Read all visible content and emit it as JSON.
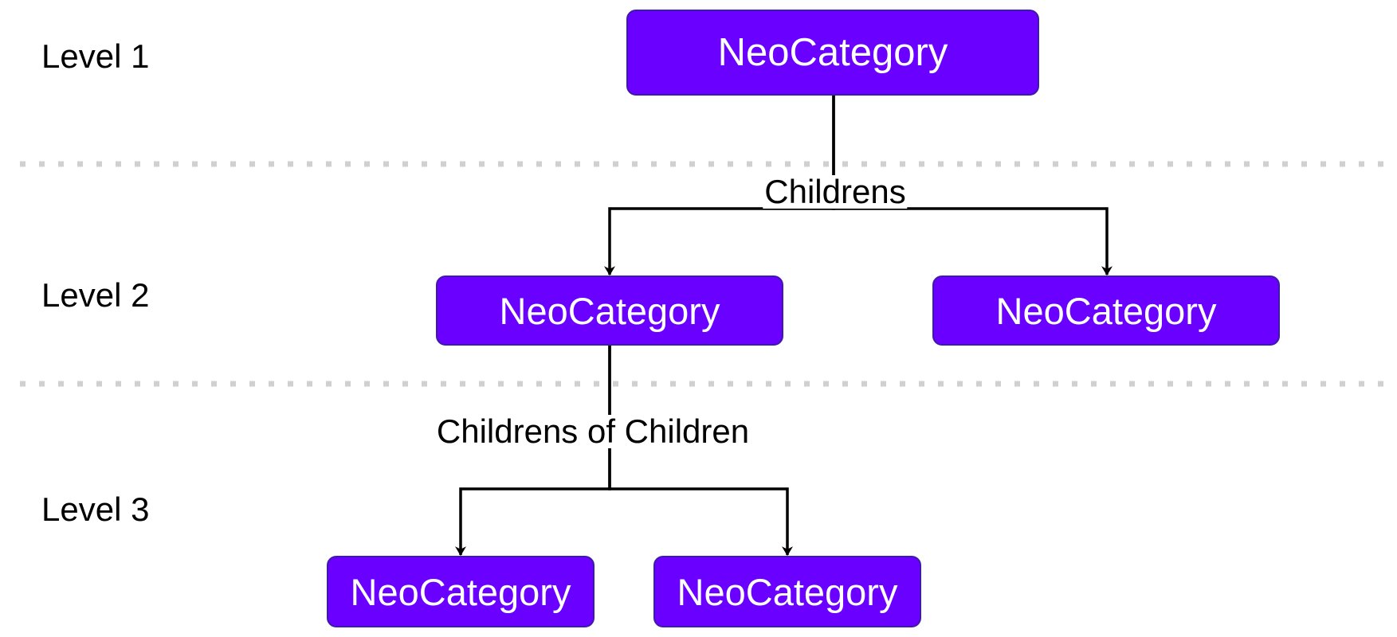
{
  "colors": {
    "node_fill": "#6a00ff",
    "node_border": "#3d1aa8",
    "node_text": "#ffffff",
    "connector": "#000000",
    "separator": "#d0d0d0"
  },
  "levels": [
    {
      "label": "Level 1"
    },
    {
      "label": "Level 2"
    },
    {
      "label": "Level 3"
    }
  ],
  "nodes": {
    "root": {
      "label": "NeoCategory"
    },
    "child_left": {
      "label": "NeoCategory"
    },
    "child_right": {
      "label": "NeoCategory"
    },
    "grandchild_left": {
      "label": "NeoCategory"
    },
    "grandchild_right": {
      "label": "NeoCategory"
    }
  },
  "edges": [
    {
      "from": "root",
      "to": [
        "child_left",
        "child_right"
      ],
      "label": "Childrens"
    },
    {
      "from": "child_left",
      "to": [
        "grandchild_left",
        "grandchild_right"
      ],
      "label": "Childrens of Children"
    }
  ]
}
